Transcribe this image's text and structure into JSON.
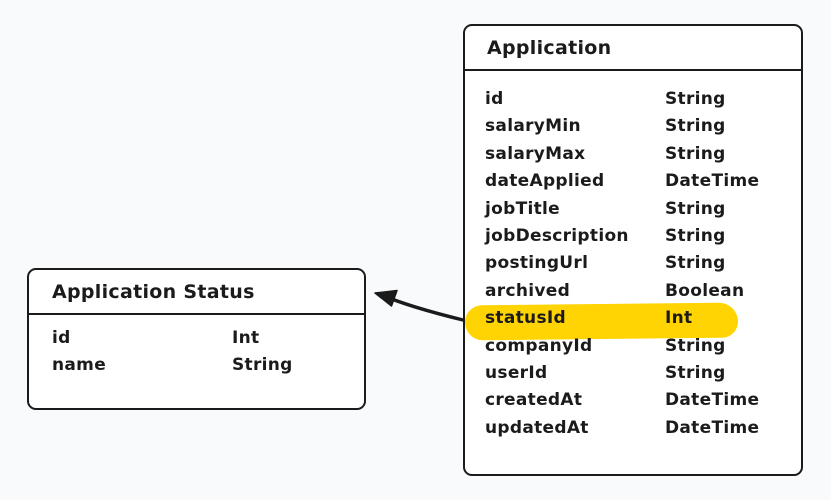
{
  "diagram": {
    "background_color": "#f8fafc",
    "stroke_color": "#1b1b1b",
    "box_fill_color": "#ffffff",
    "highlight_color": "#ffd402",
    "tables": [
      {
        "title": "Application Status",
        "fields": [
          {
            "name": "id",
            "type": "Int",
            "highlighted": false
          },
          {
            "name": "name",
            "type": "String",
            "highlighted": false
          }
        ]
      },
      {
        "title": "Application",
        "fields": [
          {
            "name": "id",
            "type": "String",
            "highlighted": false
          },
          {
            "name": "salaryMin",
            "type": "String",
            "highlighted": false
          },
          {
            "name": "salaryMax",
            "type": "String",
            "highlighted": false
          },
          {
            "name": "dateApplied",
            "type": "DateTime",
            "highlighted": false
          },
          {
            "name": "jobTitle",
            "type": "String",
            "highlighted": false
          },
          {
            "name": "jobDescription",
            "type": "String",
            "highlighted": false
          },
          {
            "name": "postingUrl",
            "type": "String",
            "highlighted": false
          },
          {
            "name": "archived",
            "type": "Boolean",
            "highlighted": false
          },
          {
            "name": "statusId",
            "type": "Int",
            "highlighted": true
          },
          {
            "name": "companyId",
            "type": "String",
            "highlighted": false
          },
          {
            "name": "userId",
            "type": "String",
            "highlighted": false
          },
          {
            "name": "createdAt",
            "type": "DateTime",
            "highlighted": false
          },
          {
            "name": "updatedAt",
            "type": "DateTime",
            "highlighted": false
          }
        ]
      }
    ],
    "arrow": {
      "from": "Application.statusId",
      "to": "Application Status",
      "direction": "right-to-left"
    }
  }
}
